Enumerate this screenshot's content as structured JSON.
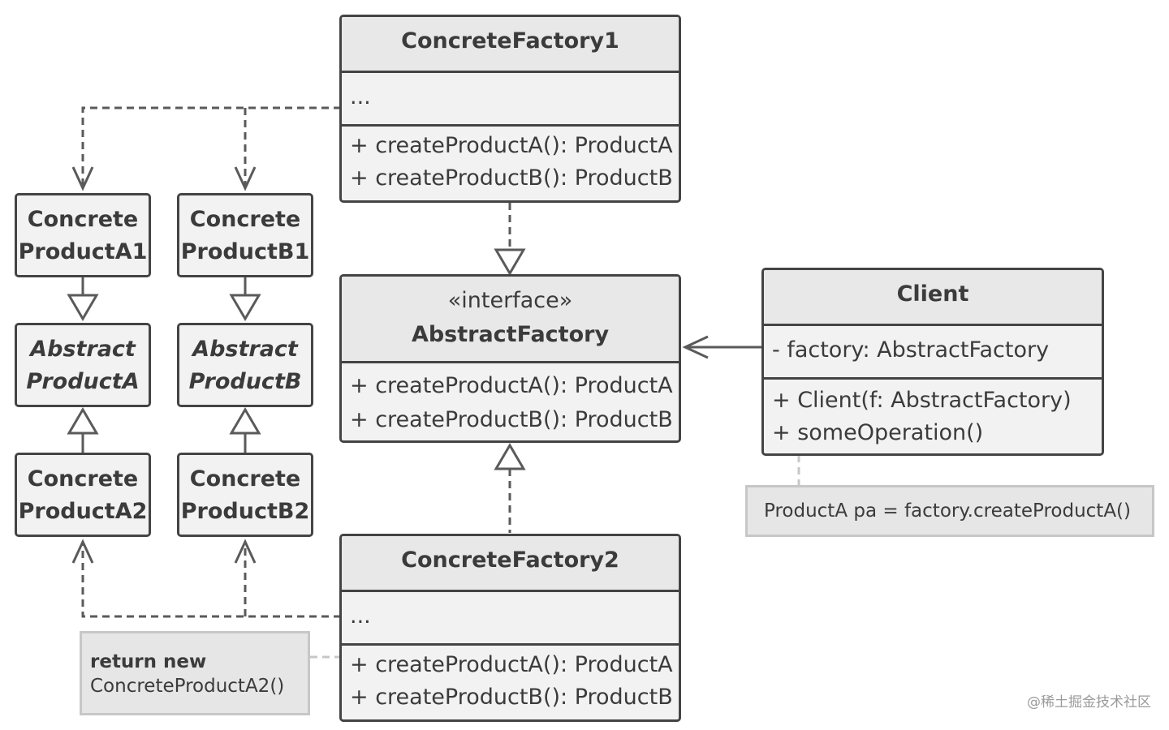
{
  "concrete_factory_1": {
    "title": "ConcreteFactory1",
    "field": "...",
    "methods": [
      "+ createProductA(): ProductA",
      "+ createProductB(): ProductB"
    ]
  },
  "abstract_factory": {
    "stereotype": "«interface»",
    "title": "AbstractFactory",
    "methods": [
      "+ createProductA(): ProductA",
      "+ createProductB(): ProductB"
    ]
  },
  "concrete_factory_2": {
    "title": "ConcreteFactory2",
    "field": "...",
    "methods": [
      "+ createProductA(): ProductA",
      "+ createProductB(): ProductB"
    ]
  },
  "client": {
    "title": "Client",
    "field": "- factory: AbstractFactory",
    "methods": [
      "+ Client(f: AbstractFactory)",
      "+ someOperation()"
    ]
  },
  "products": {
    "concrete_a1": [
      "Concrete",
      "ProductA1"
    ],
    "concrete_b1": [
      "Concrete",
      "ProductB1"
    ],
    "abstract_a": [
      "Abstract",
      "ProductA"
    ],
    "abstract_b": [
      "Abstract",
      "ProductB"
    ],
    "concrete_a2": [
      "Concrete",
      "ProductA2"
    ],
    "concrete_b2": [
      "Concrete",
      "ProductB2"
    ]
  },
  "notes": {
    "client_note": "ProductA pa = factory.createProductA()",
    "factory2_note_line1": "return new",
    "factory2_note_line2": "ConcreteProductA2()"
  },
  "watermark": "@稀土掘金技术社区",
  "colors": {
    "border": "#444444",
    "box_fill": "#f2f2f2",
    "note_fill": "#e6e6e6",
    "note_border": "#c7c7c7",
    "connector": "#5a5a5a"
  }
}
